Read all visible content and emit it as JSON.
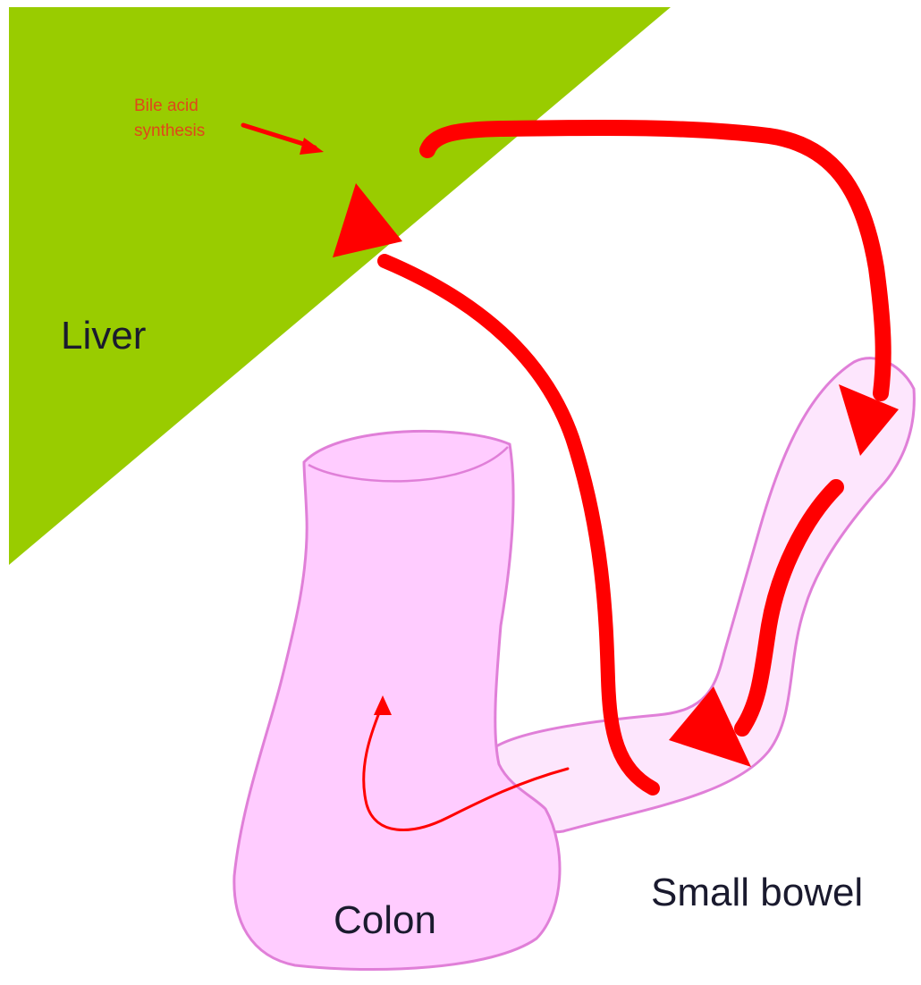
{
  "labels": {
    "liver": "Liver",
    "bile_acid_line1": "Bile acid",
    "bile_acid_line2": "synthesis",
    "small_bowel": "Small bowel",
    "colon": "Colon"
  },
  "colors": {
    "liver_fill": "#99cc00",
    "flow_arrow": "#ff0000",
    "colon_fill": "#ffccff",
    "colon_stroke": "#e07fd8",
    "small_bowel_fill": "#fde6fd",
    "small_bowel_stroke": "#e07fd8",
    "synthesis_label": "#e0471a",
    "label_text": "#1a1a2e"
  }
}
